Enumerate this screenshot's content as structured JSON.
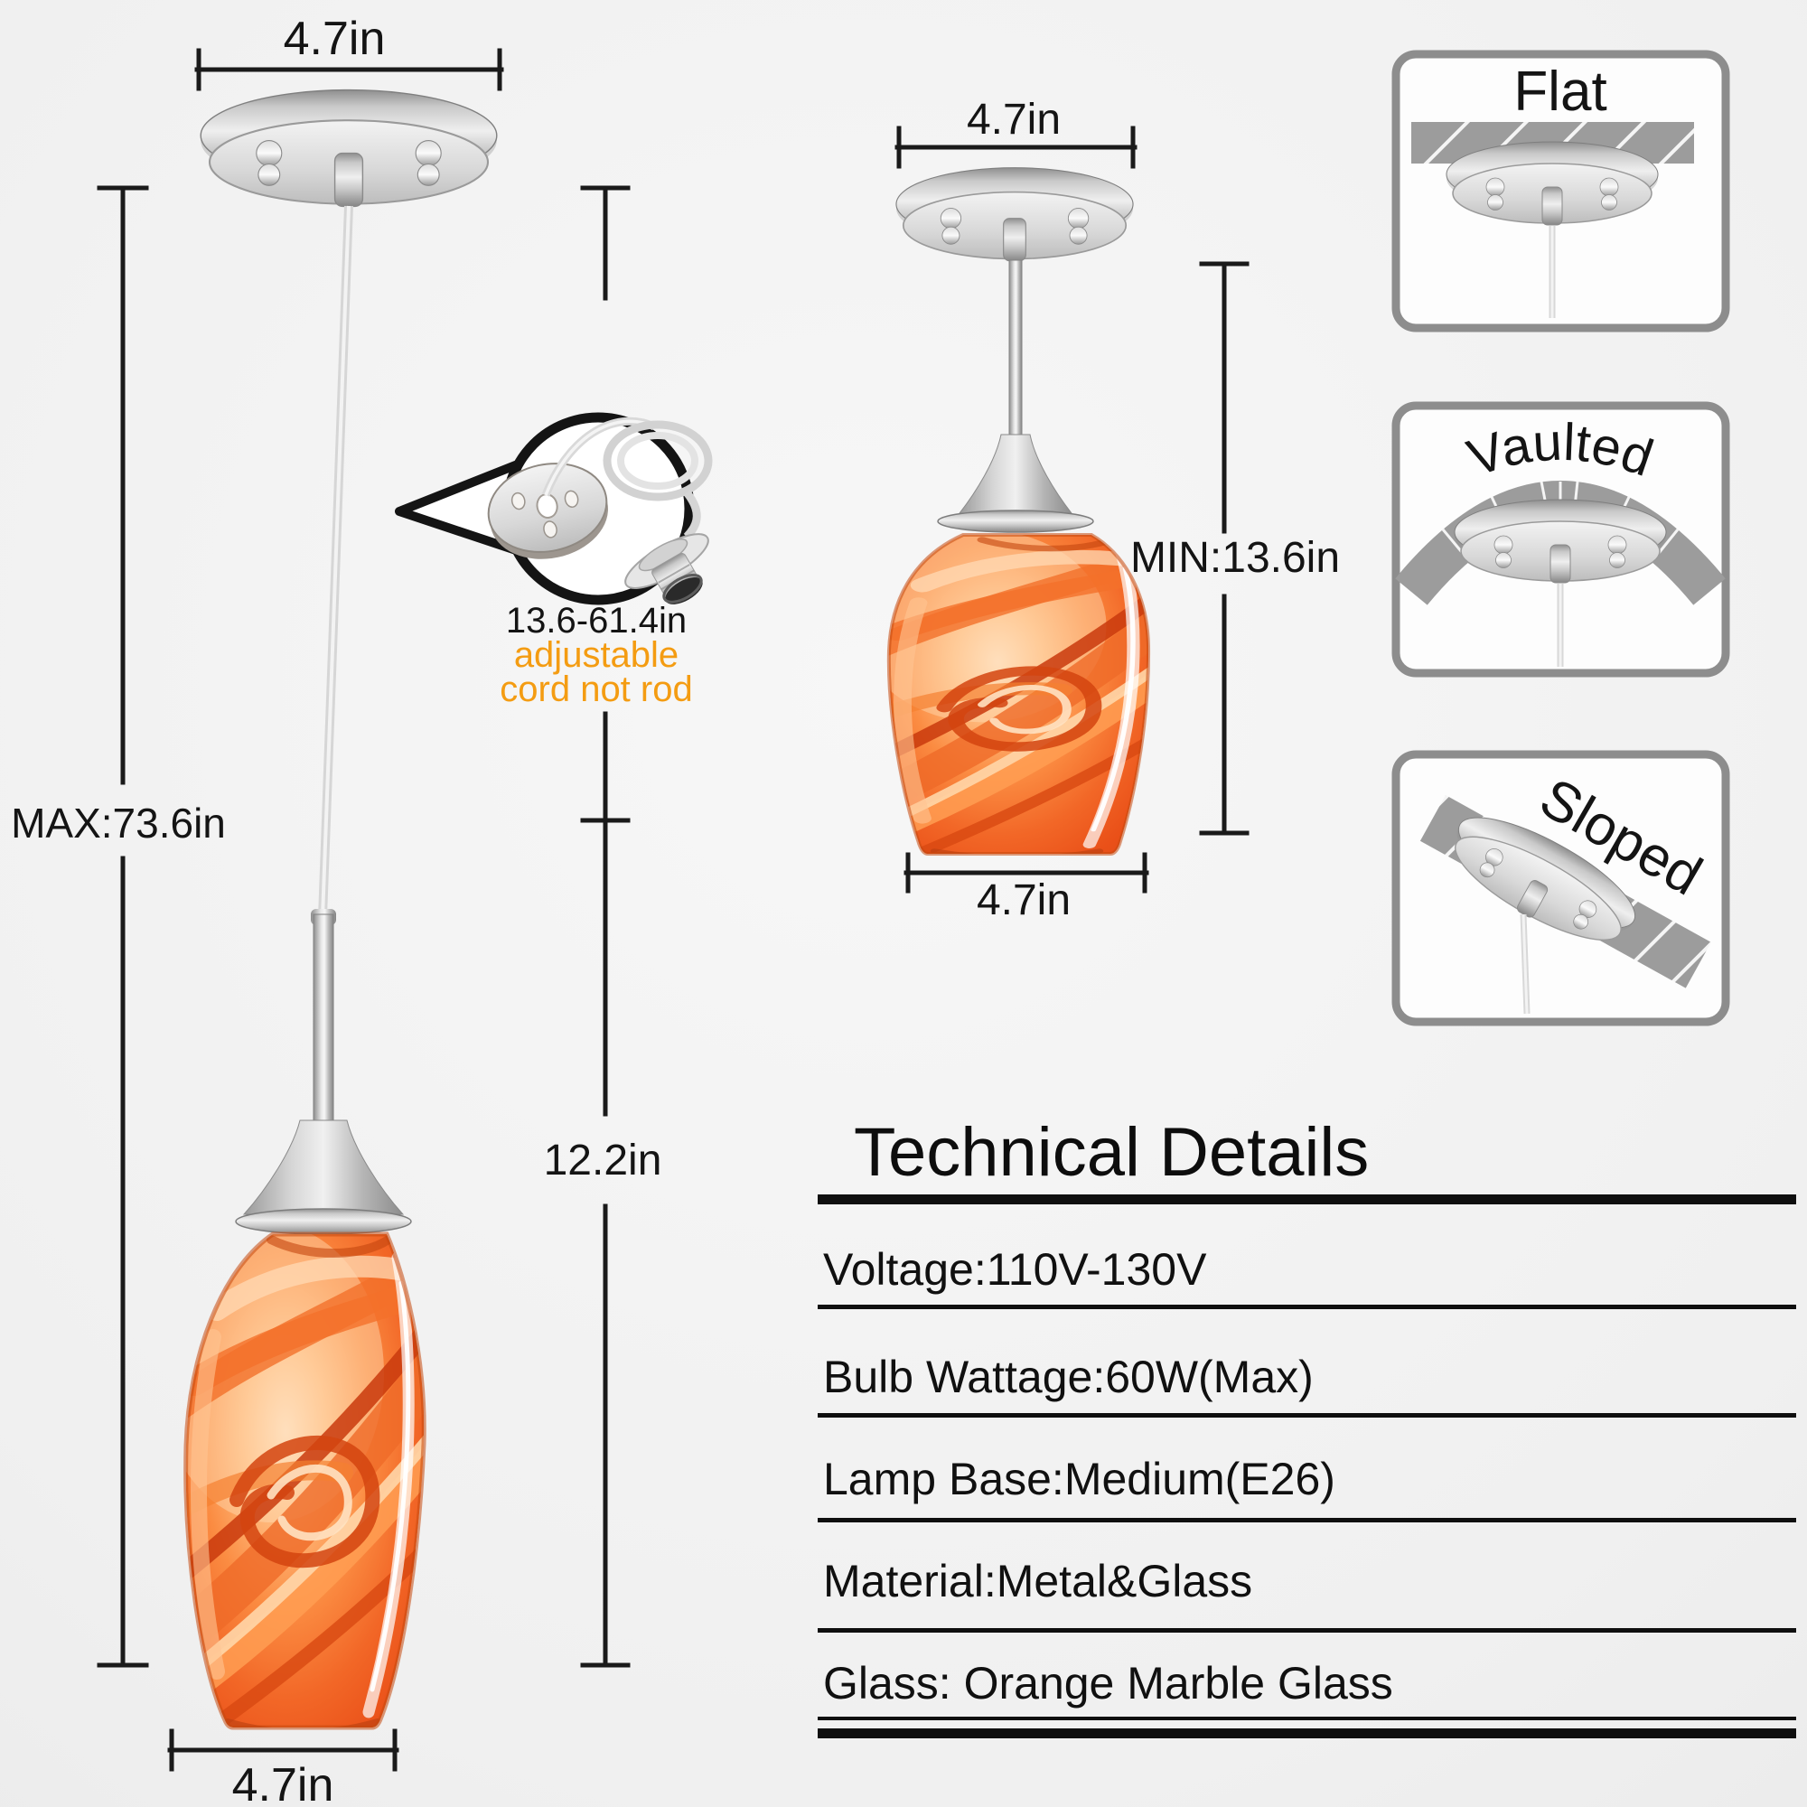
{
  "diagram": {
    "left_pendant": {
      "canopy_width": "4.7in",
      "max_height": "MAX:73.6in",
      "shade_height": "12.2in",
      "shade_width": "4.7in",
      "cord_callout": {
        "range": "13.6-61.4in",
        "note_line1": "adjustable",
        "note_line2": "cord not rod"
      }
    },
    "mid_pendant": {
      "canopy_width": "4.7in",
      "min_height": "MIN:13.6in",
      "shade_width": "4.7in"
    },
    "mount_options": {
      "flat": "Flat",
      "vaulted": "Vaulted",
      "sloped": "Sloped"
    }
  },
  "technical_details": {
    "title": "Technical Details",
    "rows": [
      "Voltage:110V-130V",
      "Bulb Wattage:60W(Max)",
      "Lamp Base:Medium(E26)",
      "Material:Metal&Glass",
      "Glass: Orange Marble Glass"
    ]
  },
  "colors": {
    "accent_orange": "#F49C12",
    "line": "#1A1A1A",
    "panel_border": "#8D8D8D",
    "glass_orange": "#F2622A"
  }
}
